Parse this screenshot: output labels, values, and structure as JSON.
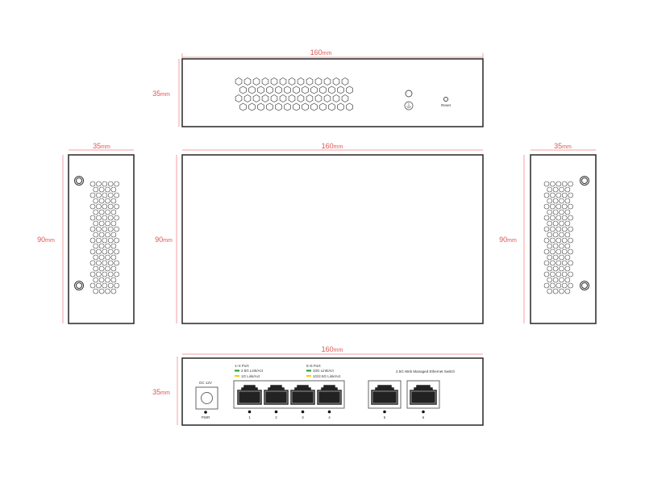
{
  "dimensions": {
    "top_width": "160",
    "top_height": "35",
    "left_width": "35",
    "left_height": "90",
    "center_width": "160",
    "center_height": "90",
    "right_width": "35",
    "right_height": "90",
    "front_width": "160",
    "front_height": "35",
    "unit": "mm"
  },
  "rear_panel": {
    "reset_label": "Reset",
    "ground_icon": "ground-icon"
  },
  "front_panel": {
    "dc_label": "DC  12V",
    "pwr_label": "PWR",
    "legend_1_4": {
      "title": "1~4 Port:",
      "green": "2.5G Link/Act",
      "yellow": "1G Link/Act"
    },
    "legend_5_6": {
      "title": "5~6 Port:",
      "green": "10G Link/Act",
      "yellow": "1G/2.5G Link/Act"
    },
    "product_name": "2.5G Web Managed Ethernet Switch",
    "ports": [
      "1",
      "2",
      "3",
      "4",
      "5",
      "6"
    ],
    "colors": {
      "green": "#1a9a2a",
      "yellow": "#f0d000",
      "dimension": "#e05555"
    }
  }
}
